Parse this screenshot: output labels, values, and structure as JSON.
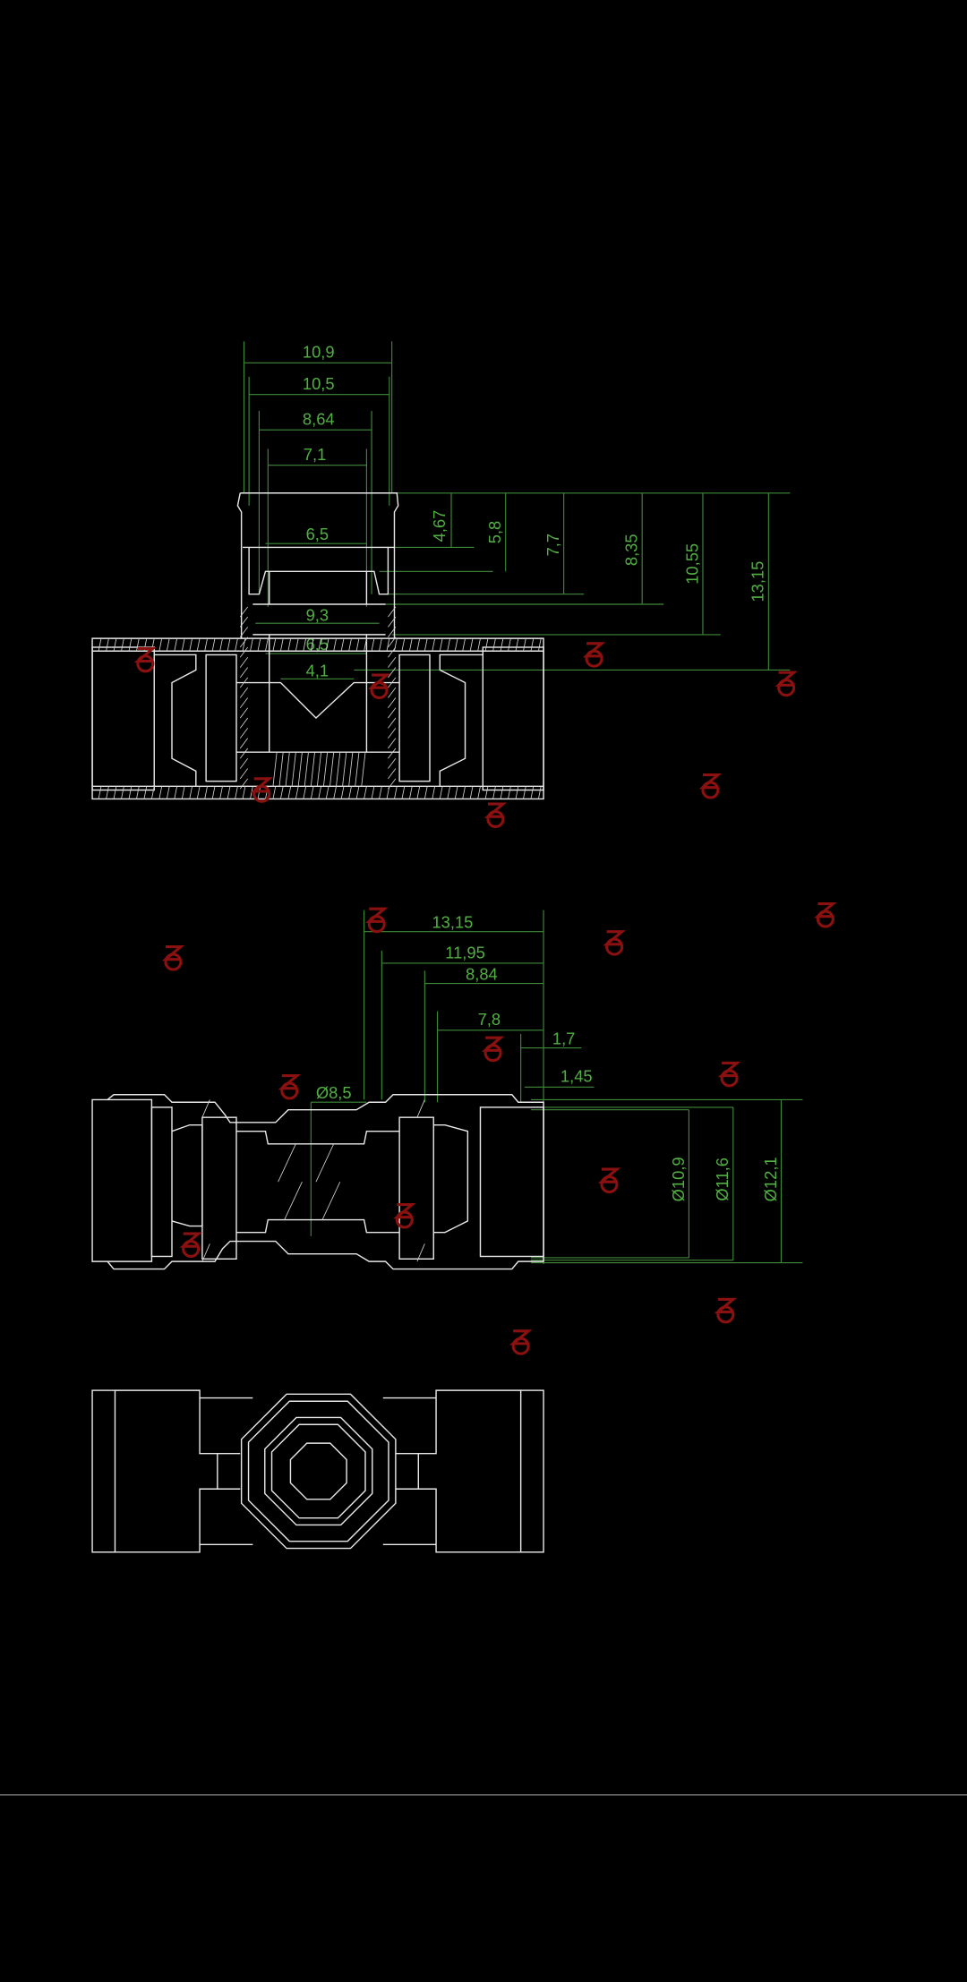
{
  "drawing": {
    "section_view": {
      "horizontal_dims": [
        "10,9",
        "10,5",
        "8,64",
        "7,1",
        "6,5",
        "9,3",
        "6,5",
        "4,1"
      ],
      "vertical_dims": [
        "4,67",
        "5,8",
        "7,7",
        "8,35",
        "10,55",
        "13,15"
      ]
    },
    "side_view": {
      "horizontal_dims": [
        "13,15",
        "11,95",
        "8,84",
        "7,8",
        "1,7",
        "1,45"
      ],
      "diameter_dims": [
        "Ø8,5",
        "Ø10,9",
        "Ø11,6",
        "Ø12,1"
      ]
    },
    "colors": {
      "background": "#000000",
      "geometry": "#e8e8e8",
      "dimensions": "#52b043",
      "watermark": "#8b1010"
    }
  }
}
